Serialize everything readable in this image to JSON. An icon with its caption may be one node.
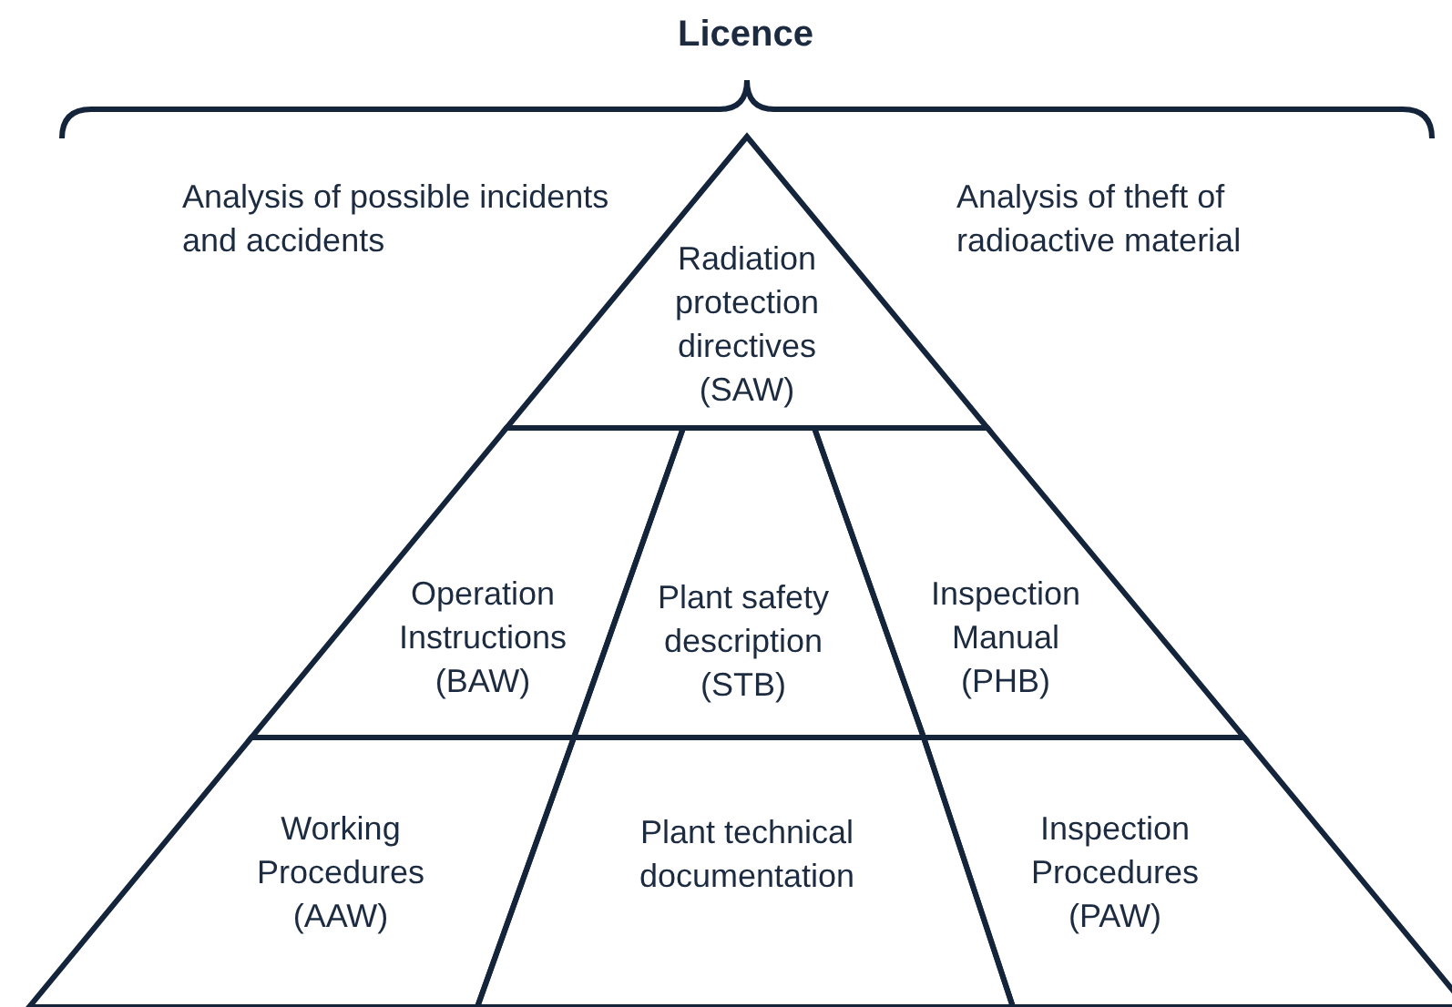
{
  "diagram": {
    "title": "Licence",
    "nodes": [
      {
        "text": [
          "Radiation protection directives (SAW)"
        ]
      },
      {
        "text": [
          "Operation Instructions (BAW)"
        ]
      },
      {
        "text": [
          "Plant safety description (STB)"
        ]
      },
      {
        "text": [
          "Inspection Manual (PHB)"
        ]
      },
      {
        "text": [
          "Working Procedures (AAW)"
        ]
      },
      {
        "text": [
          "Plant technical documentation"
        ]
      },
      {
        "text": [
          "Inspection Procedures (PAW)"
        ]
      }
    ],
    "labels": [
      "Analysis of possible incidents and accidents",
      "Analysis of theft of radioactive material"
    ]
  }
}
